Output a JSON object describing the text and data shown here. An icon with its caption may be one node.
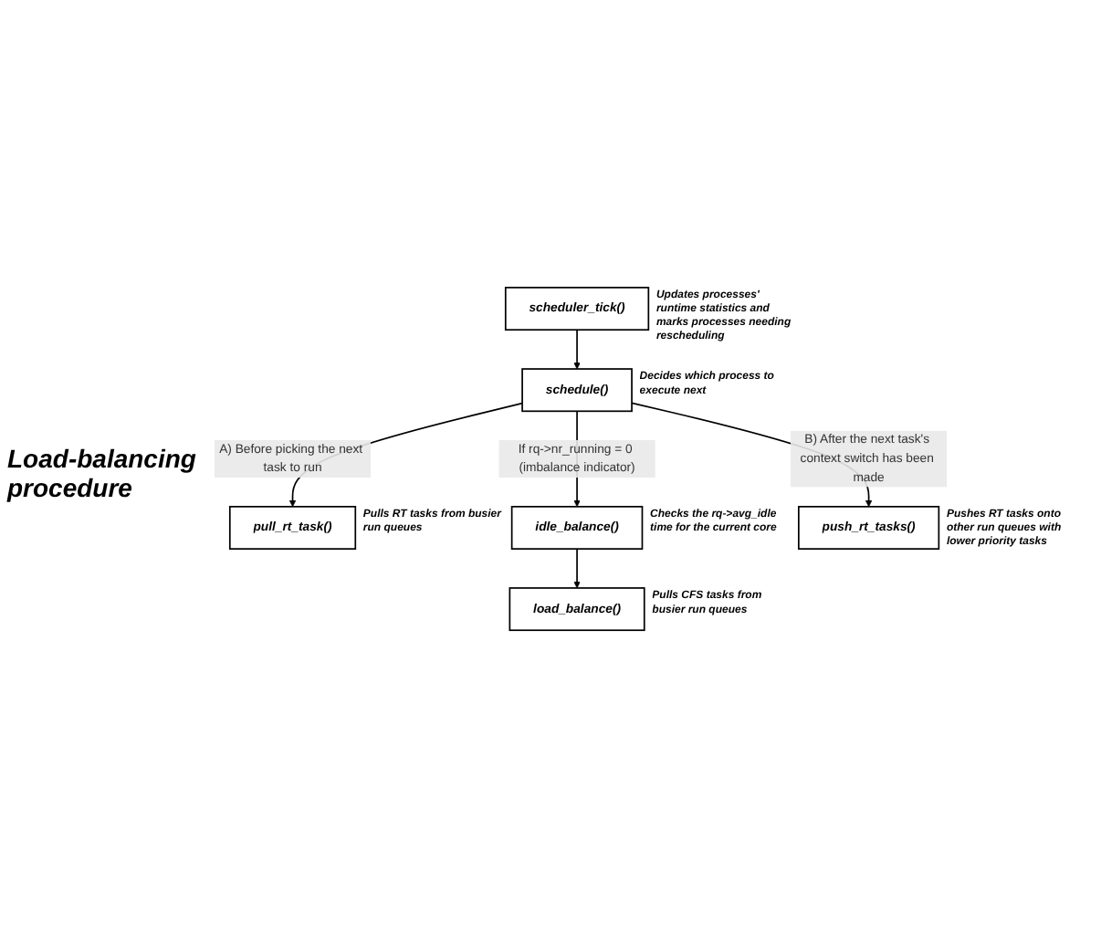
{
  "diagram": {
    "nodes": [
      {
        "text": [
          "scheduler_tick()"
        ],
        "beside": [
          "Updates processes' runtime statistics and marks processes needing rescheduling"
        ]
      },
      {
        "text": [
          "schedule()"
        ],
        "beside": [
          "Decides which process to execute next"
        ]
      },
      {
        "text": [
          "pull_rt_task()"
        ],
        "beside": [
          "Pulls RT tasks from busier run queues"
        ]
      },
      {
        "text": [
          "idle_balance()"
        ],
        "beside": [
          "Checks the rq->avg_idle time for the current core"
        ]
      },
      {
        "text": [
          "load_balance()"
        ],
        "beside": [
          "Pulls CFS tasks from busier run queues"
        ]
      },
      {
        "text": [
          "push_rt_tasks()"
        ],
        "beside": [
          "Pushes RT tasks onto other run queues with lower priority tasks"
        ]
      }
    ],
    "edges": [
      {
        "from": 0,
        "to": 1,
        "arrow": "to"
      },
      {
        "from": 1,
        "to": 2,
        "arrow": "to",
        "label": "A) Before picking the next task to run"
      },
      {
        "from": 1,
        "to": 3,
        "arrow": "to",
        "label": "If rq->nr_running = 0 (imbalance indicator)"
      },
      {
        "from": 3,
        "to": 4,
        "arrow": "to"
      },
      {
        "from": 1,
        "to": 5,
        "arrow": "to",
        "label": "B) After the next task's context switch has been made"
      }
    ],
    "labels": [
      "Load-balancing procedure"
    ]
  }
}
